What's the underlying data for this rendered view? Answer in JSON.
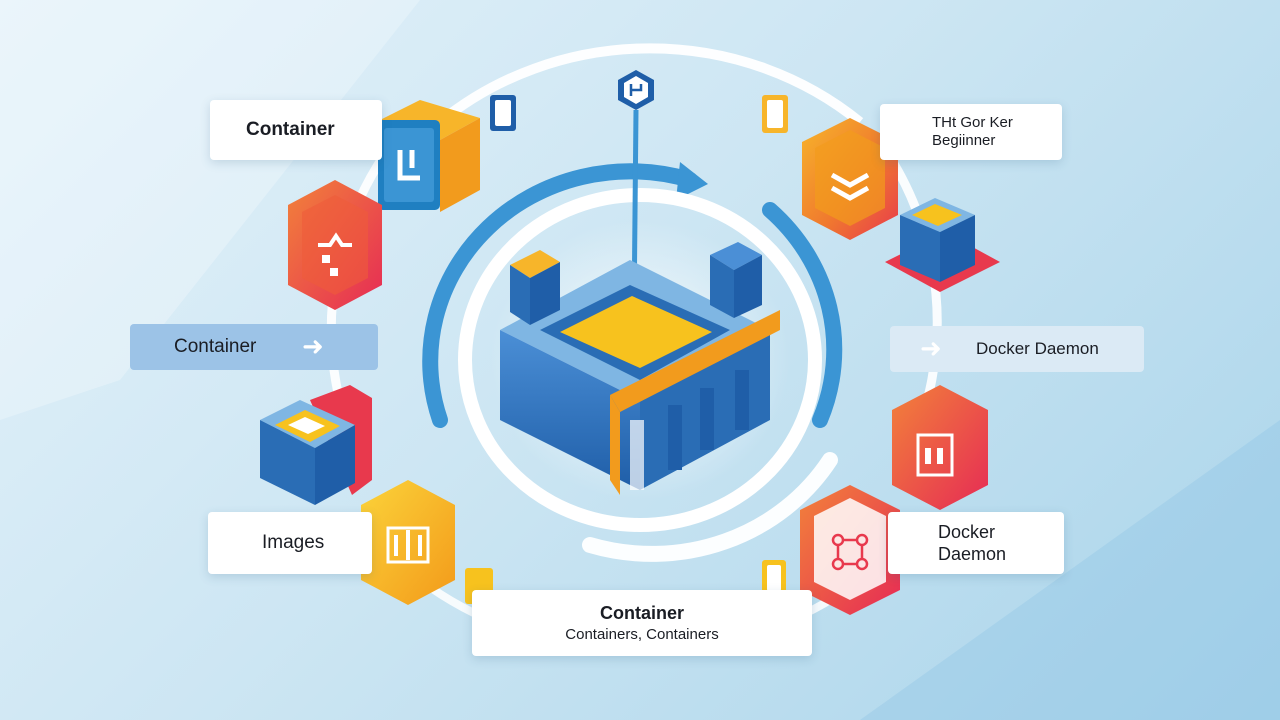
{
  "labels": {
    "container_top_left": "Container",
    "title_line1": "THt Gor Ker",
    "title_line2": "Begiinner",
    "container_left_pill": "Container",
    "docker_daemon_right_pill": "Docker Daemon",
    "images": "Images",
    "docker_daemon_bottom_line1": "Docker",
    "docker_daemon_bottom_line2": "Daemon",
    "bottom_box_title": "Container",
    "bottom_box_subtitle": "Containers, Containers"
  },
  "arrows": {
    "left_pill_arrow": "➜",
    "right_pill_arrow": "➜"
  },
  "colors": {
    "blue_primary": "#2a6db5",
    "blue_light": "#7fb6e3",
    "ring_blue": "#3b95d4",
    "orange": "#f29b1d",
    "yellow": "#f7c21e",
    "red_pink": "#e8394d",
    "hex_orange_red": "#ef5b3a",
    "pill_blue": "#9cc3e7"
  }
}
